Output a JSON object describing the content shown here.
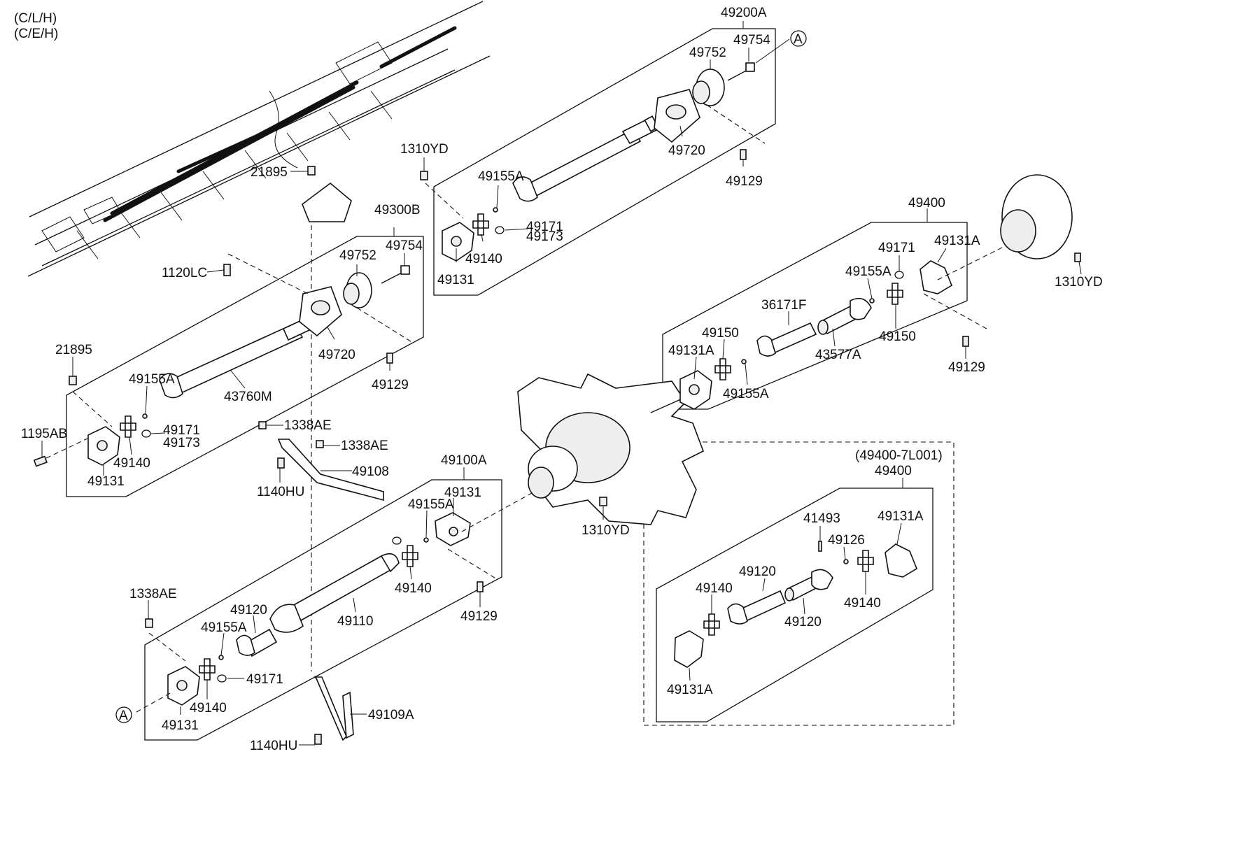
{
  "header": {
    "line1": "(C/L/H)",
    "line2": "(C/E/H)"
  },
  "callouts": [
    {
      "id": "c1",
      "text": "49200A"
    },
    {
      "id": "c2",
      "text": "49754"
    },
    {
      "id": "c3",
      "text": "49752"
    },
    {
      "id": "c4",
      "text": "49720"
    },
    {
      "id": "c5",
      "text": "49129"
    },
    {
      "id": "c6",
      "text": "1310YD"
    },
    {
      "id": "c7",
      "text": "49155A"
    },
    {
      "id": "c8",
      "text": "49171"
    },
    {
      "id": "c9",
      "text": "49173"
    },
    {
      "id": "c10",
      "text": "49140"
    },
    {
      "id": "c11",
      "text": "49131"
    },
    {
      "id": "c12",
      "text": "21895"
    },
    {
      "id": "c13",
      "text": "49300B"
    },
    {
      "id": "c14",
      "text": "49754"
    },
    {
      "id": "c15",
      "text": "49752"
    },
    {
      "id": "c16",
      "text": "1120LC"
    },
    {
      "id": "c17",
      "text": "49720"
    },
    {
      "id": "c18",
      "text": "49129"
    },
    {
      "id": "c19",
      "text": "21895"
    },
    {
      "id": "c20",
      "text": "49155A"
    },
    {
      "id": "c21",
      "text": "43760M"
    },
    {
      "id": "c22",
      "text": "1195AB"
    },
    {
      "id": "c23",
      "text": "49171"
    },
    {
      "id": "c24",
      "text": "49173"
    },
    {
      "id": "c25",
      "text": "49140"
    },
    {
      "id": "c26",
      "text": "49131"
    },
    {
      "id": "c27",
      "text": "1338AE"
    },
    {
      "id": "c28",
      "text": "1338AE"
    },
    {
      "id": "c29",
      "text": "49108"
    },
    {
      "id": "c30",
      "text": "1140HU"
    },
    {
      "id": "c31",
      "text": "49100A"
    },
    {
      "id": "c32",
      "text": "49131"
    },
    {
      "id": "c33",
      "text": "49155A"
    },
    {
      "id": "c34",
      "text": "49140"
    },
    {
      "id": "c35",
      "text": "49129"
    },
    {
      "id": "c36",
      "text": "1310YD"
    },
    {
      "id": "c37",
      "text": "1338AE"
    },
    {
      "id": "c38",
      "text": "49120"
    },
    {
      "id": "c39",
      "text": "49110"
    },
    {
      "id": "c40",
      "text": "49155A"
    },
    {
      "id": "c41",
      "text": "49171"
    },
    {
      "id": "c42",
      "text": "49140"
    },
    {
      "id": "c43",
      "text": "49131"
    },
    {
      "id": "c44",
      "text": "49109A"
    },
    {
      "id": "c45",
      "text": "1140HU"
    },
    {
      "id": "c46",
      "text": "49400"
    },
    {
      "id": "c47",
      "text": "49171"
    },
    {
      "id": "c48",
      "text": "49131A"
    },
    {
      "id": "c49",
      "text": "1310YD"
    },
    {
      "id": "c50",
      "text": "49155A"
    },
    {
      "id": "c51",
      "text": "36171F"
    },
    {
      "id": "c52",
      "text": "49150"
    },
    {
      "id": "c53",
      "text": "49131A"
    },
    {
      "id": "c54",
      "text": "43577A"
    },
    {
      "id": "c55",
      "text": "49150"
    },
    {
      "id": "c56",
      "text": "49129"
    },
    {
      "id": "c57",
      "text": "49155A"
    },
    {
      "id": "c58",
      "text": "(49400-7L001)"
    },
    {
      "id": "c59",
      "text": "49400"
    },
    {
      "id": "c60",
      "text": "41493"
    },
    {
      "id": "c61",
      "text": "49131A"
    },
    {
      "id": "c62",
      "text": "49126"
    },
    {
      "id": "c63",
      "text": "49120"
    },
    {
      "id": "c64",
      "text": "49140"
    },
    {
      "id": "c65",
      "text": "49140"
    },
    {
      "id": "c66",
      "text": "49120"
    },
    {
      "id": "c67",
      "text": "49131A"
    }
  ],
  "markers": [
    {
      "id": "m1",
      "text": "A"
    },
    {
      "id": "m2",
      "text": "A"
    }
  ]
}
